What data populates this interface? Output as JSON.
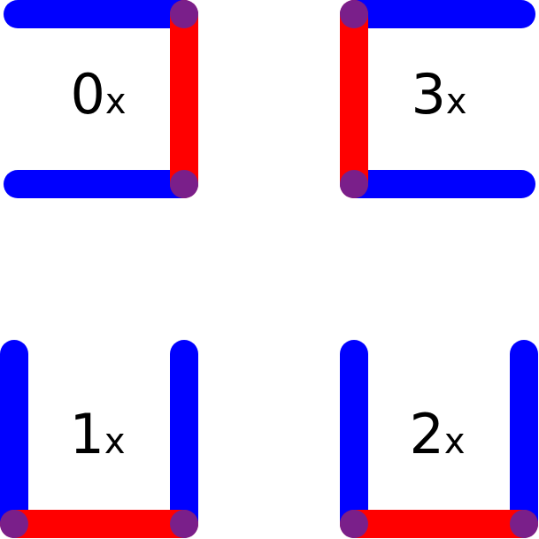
{
  "diagram": {
    "colors": {
      "arm": "#0000ff",
      "base": "#ff0000",
      "joint": "#7a1f8a",
      "background": "#ffffff"
    },
    "panels": [
      {
        "id": "rotation-0",
        "number": "0",
        "suffix": "x",
        "base_side": "right"
      },
      {
        "id": "rotation-3",
        "number": "3",
        "suffix": "x",
        "base_side": "left"
      },
      {
        "id": "rotation-1",
        "number": "1",
        "suffix": "x",
        "base_side": "bottom"
      },
      {
        "id": "rotation-2",
        "number": "2",
        "suffix": "x",
        "base_side": "bottom"
      }
    ]
  }
}
